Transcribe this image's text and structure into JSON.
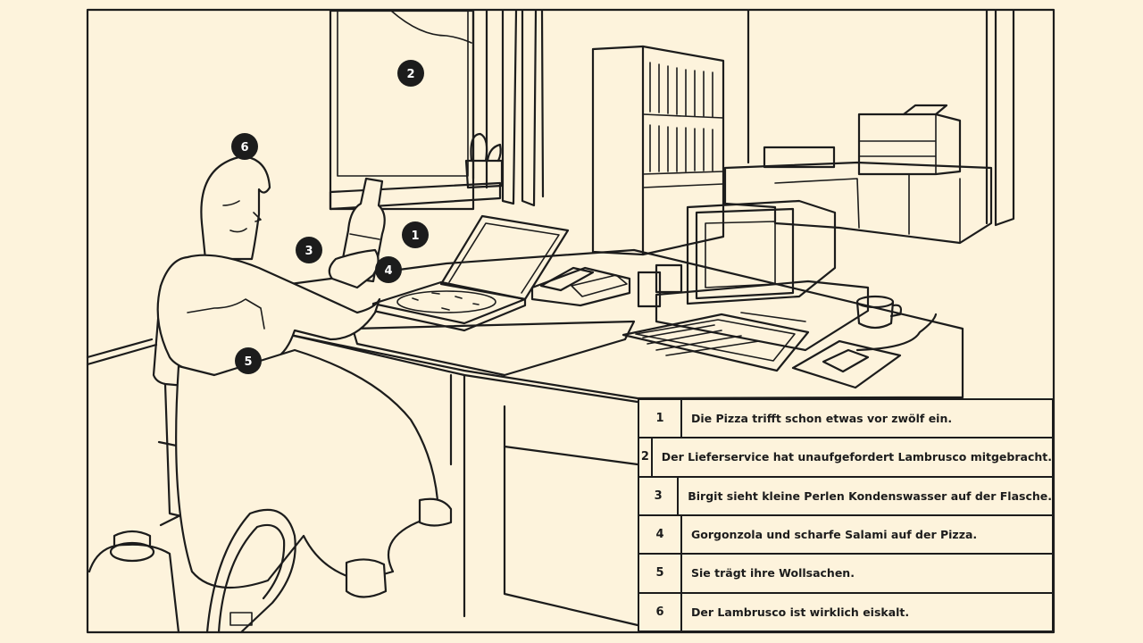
{
  "markers": [
    {
      "number": "1"
    },
    {
      "number": "2"
    },
    {
      "number": "3"
    },
    {
      "number": "4"
    },
    {
      "number": "5"
    },
    {
      "number": "6"
    }
  ],
  "legend": [
    {
      "number": "1",
      "text": "Die Pizza trifft schon etwas vor zwölf ein."
    },
    {
      "number": "2",
      "text": "Der Lieferservice hat unaufgefordert Lambrusco mitgebracht."
    },
    {
      "number": "3",
      "text": "Birgit sieht kleine Perlen Kondenswasser auf der Flasche."
    },
    {
      "number": "4",
      "text": "Gorgonzola und scharfe Salami auf der Pizza."
    },
    {
      "number": "5",
      "text": "Sie trägt ihre Wollsachen."
    },
    {
      "number": "6",
      "text": "Der Lambrusco ist wirklich eiskalt."
    }
  ],
  "colors": {
    "background": "#fdf3dc",
    "ink": "#1c1c1c",
    "marker_text": "#ffffff"
  }
}
